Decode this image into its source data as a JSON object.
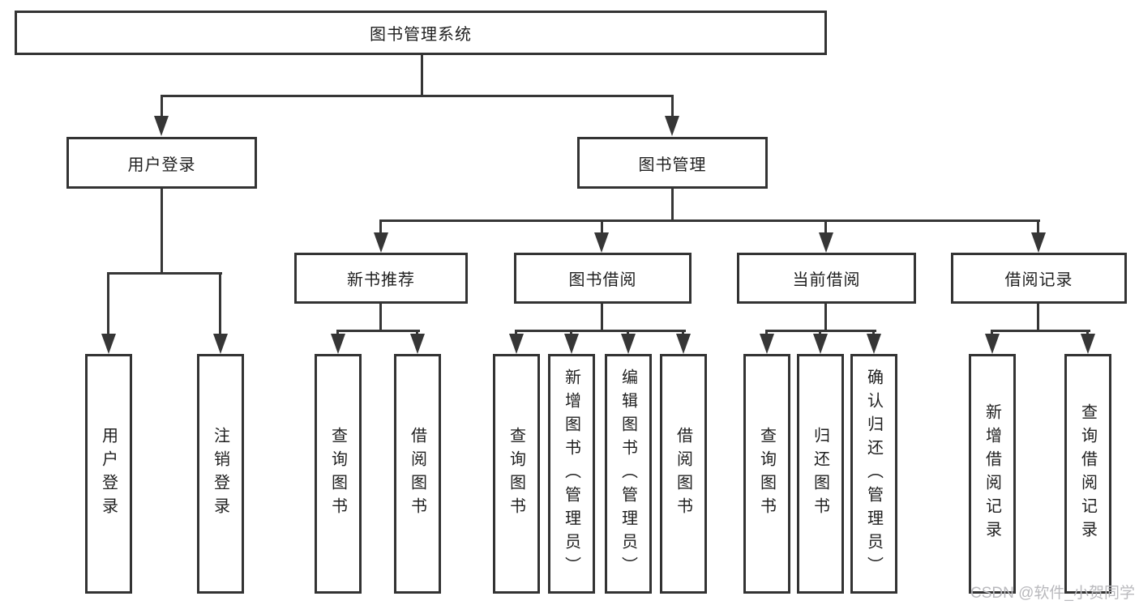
{
  "nodes": {
    "root": "图书管理系统",
    "user_login": "用户登录",
    "book_mgmt": "图书管理",
    "new_book": "新书推荐",
    "borrow": "图书借阅",
    "current": "当前借阅",
    "record": "借阅记录"
  },
  "leaves": {
    "user_login": [
      "用户登录",
      "注销登录"
    ],
    "new_book": [
      "查询图书",
      "借阅图书"
    ],
    "borrow": [
      "查询图书",
      "新增图书（管理员）",
      "编辑图书（管理员）",
      "借阅图书"
    ],
    "current": [
      "查询图书",
      "归还图书",
      "确认归还（管理员）"
    ],
    "record": [
      "新增借阅记录",
      "查询借阅记录"
    ]
  },
  "watermark": "CSDN @软件_小贺同学",
  "colors": {
    "line": "#363636",
    "border": "#333333",
    "text": "#1f1f1f",
    "watermark": "#b9b9bd",
    "background": "#ffffff"
  }
}
